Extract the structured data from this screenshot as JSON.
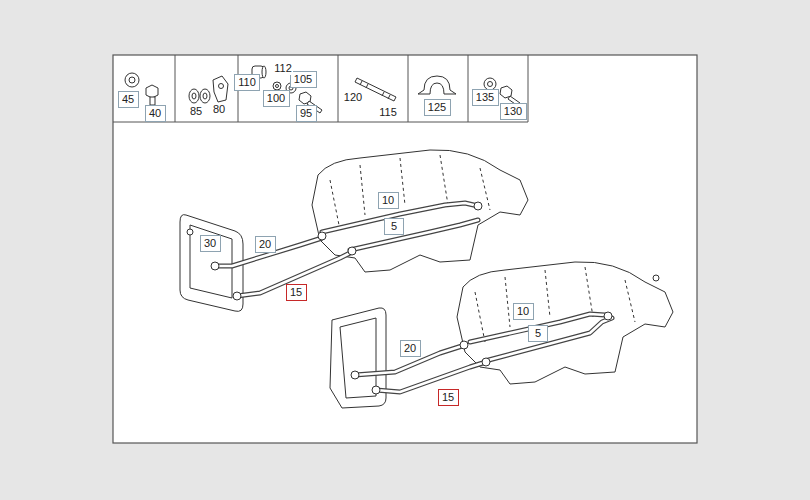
{
  "diagram": {
    "nodes": [
      {
        "text": [
          "45"
        ]
      },
      {
        "text": [
          "40"
        ]
      },
      {
        "text": [
          "110"
        ]
      },
      {
        "text": [
          "100"
        ]
      },
      {
        "text": [
          "105"
        ]
      },
      {
        "text": [
          "95"
        ]
      },
      {
        "text": [
          "125"
        ]
      },
      {
        "text": [
          "135"
        ]
      },
      {
        "text": [
          "130"
        ]
      },
      {
        "text": [
          "10"
        ]
      },
      {
        "text": [
          "5"
        ]
      },
      {
        "text": [
          "30"
        ]
      },
      {
        "text": [
          "20"
        ]
      },
      {
        "text": [
          "15"
        ]
      },
      {
        "text": [
          "10"
        ]
      },
      {
        "text": [
          "5"
        ]
      },
      {
        "text": [
          "20"
        ]
      },
      {
        "text": [
          "15"
        ]
      }
    ],
    "labels": [
      "85",
      "80",
      "112",
      "120",
      "115"
    ]
  }
}
